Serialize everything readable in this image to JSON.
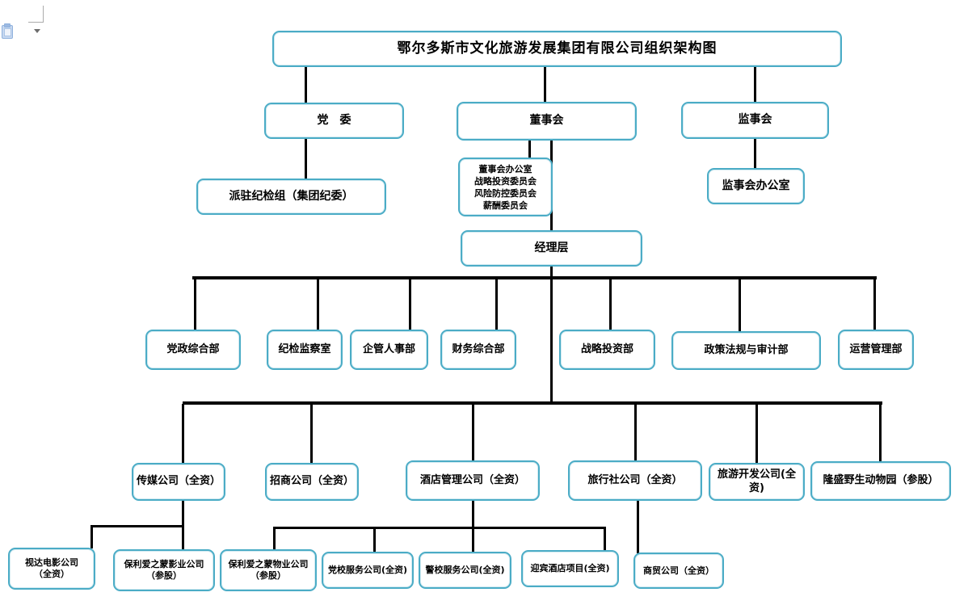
{
  "colors": {
    "box_border": "#4BACC6",
    "connector": "#000000",
    "crop_mark": "#ababab"
  },
  "chart": {
    "title": "鄂尔多斯市文化旅游发展集团有限公司组织架构图",
    "governance": {
      "party_committee": "党　委",
      "board": "董事会",
      "supervisory_board": "监事会",
      "discipline_inspection_group": "派驻纪检组（集团纪委）",
      "board_committees": [
        "董事会办公室",
        "战略投资委员会",
        "风险防控委员会",
        "薪酬委员会"
      ],
      "supervisory_office": "监事会办公室",
      "management_layer": "经理层"
    },
    "departments": [
      "党政综合部",
      "纪检监察室",
      "企管人事部",
      "财务综合部",
      "战略投资部",
      "政策法规与审计部",
      "运营管理部"
    ],
    "subsidiaries": [
      "传媒公司（全资）",
      "招商公司（全资）",
      "酒店管理公司（全资）",
      "旅行社公司（全资）",
      "旅游开发公司(全资)",
      "隆盛野生动物园（参股）"
    ],
    "sub_subsidiaries": [
      {
        "line1": "视达电影公司",
        "line2": "（全资）"
      },
      {
        "line1": "保利爱之蒙影业公司",
        "line2": "（参股）"
      },
      {
        "line1": "保利爱之蒙物业公司",
        "line2": "（参股）"
      },
      {
        "line1": "党校服务公司(全资)",
        "line2": ""
      },
      {
        "line1": "警校服务公司(全资)",
        "line2": ""
      },
      {
        "line1": "迎宾酒店项目(全资)",
        "line2": ""
      },
      {
        "line1": "商贸公司（全资）",
        "line2": ""
      }
    ]
  }
}
